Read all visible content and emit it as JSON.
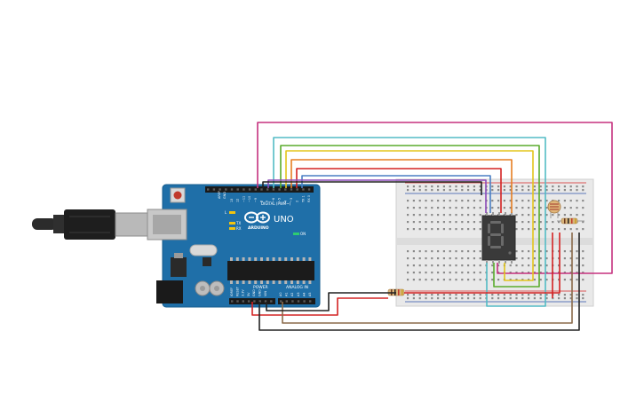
{
  "arduino": {
    "model": "UNO",
    "brand": "ARDUINO",
    "header_digital": "DIGITAL (PWM~)",
    "header_power": "POWER",
    "header_analog": "ANALOG IN",
    "label_l": "L",
    "label_tx": "TX",
    "label_rx": "RX",
    "label_on": "ON",
    "label_aref": "AREF",
    "label_gnd": "GND",
    "digital_pins": [
      "13",
      "12",
      "~11",
      "~10",
      "~9",
      "8",
      "7",
      "~6",
      "~5",
      "4",
      "~3",
      "2",
      "TX 1",
      "RX 0"
    ],
    "power_pins": [
      "IOREF",
      "RESET",
      "3.3V",
      "5V",
      "GND",
      "GND",
      "VIN"
    ],
    "analog_pins": [
      "A0",
      "A1",
      "A2",
      "A3",
      "A4",
      "A5"
    ]
  },
  "display": {
    "digit": "8"
  },
  "colors": {
    "board": "#1f6fa8",
    "breadboard": "#e9e9e9",
    "display_body": "#3a3a3a",
    "segment_off": "#6a6a6a",
    "wire_magenta": "#c5317e",
    "wire_cyan": "#53bcc5",
    "wire_green": "#5aac2d",
    "wire_yellow": "#e3c51c",
    "wire_orange": "#e67e22",
    "wire_red": "#d42323",
    "wire_blue": "#4a7fc4",
    "wire_purple": "#8b4bb8",
    "wire_black": "#222222",
    "wire_brown": "#8a6a4a"
  }
}
